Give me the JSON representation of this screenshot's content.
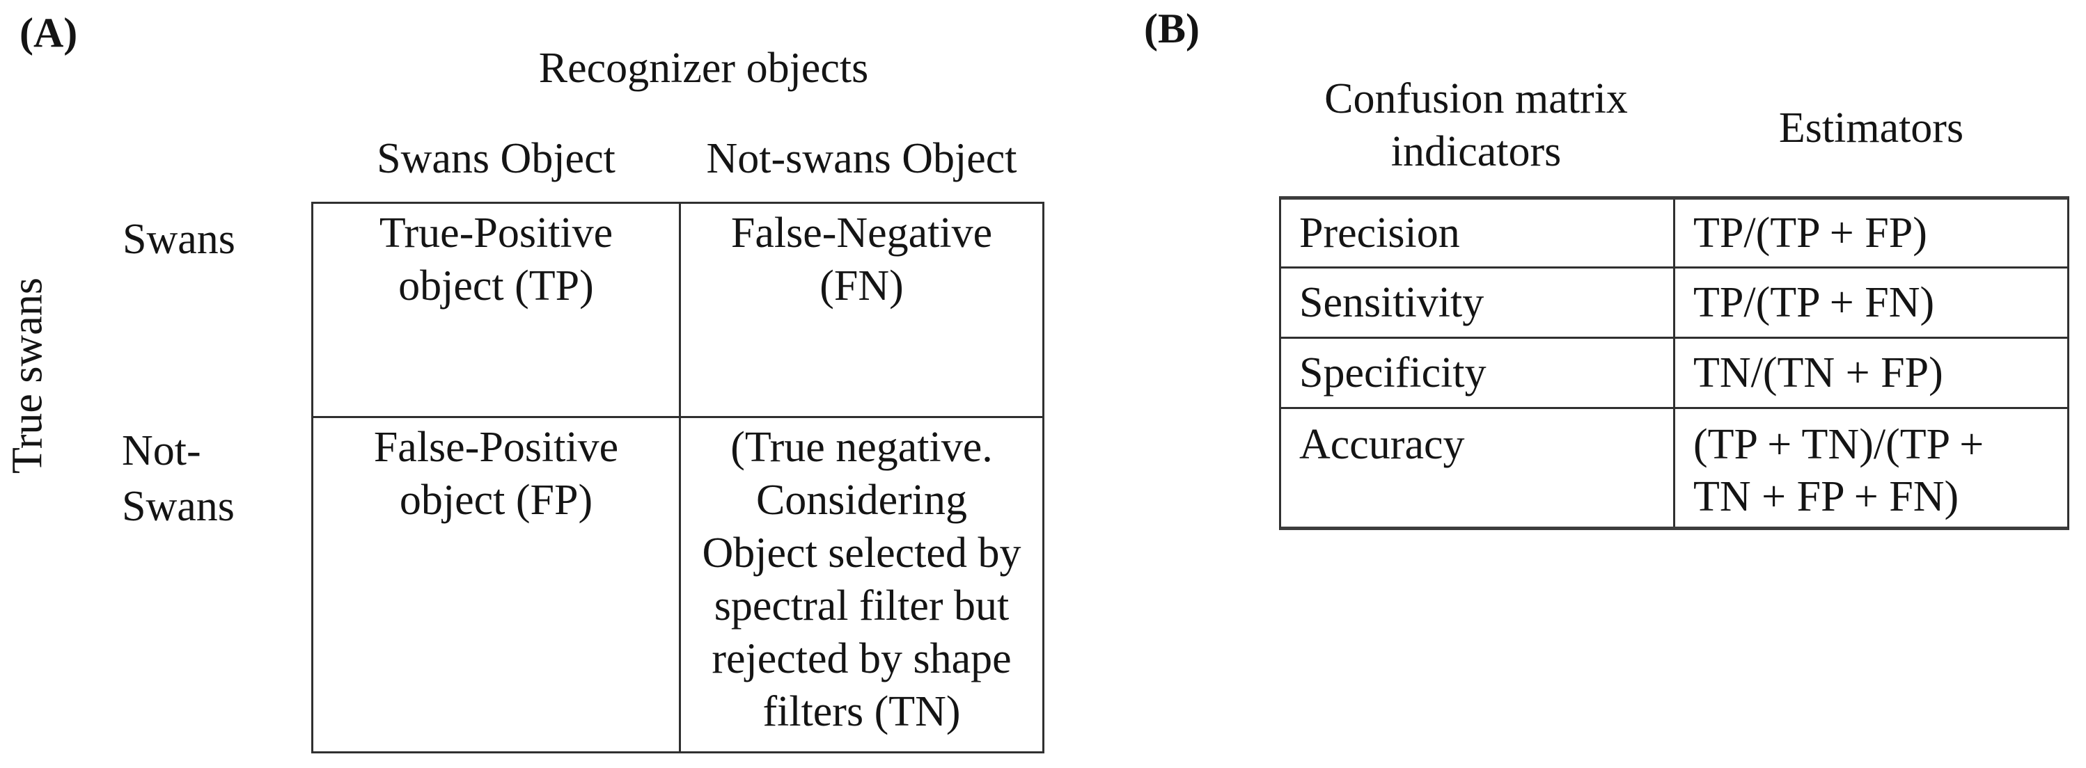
{
  "panel_a": {
    "label": "(A)",
    "top_axis_title": "Recognizer objects",
    "left_axis_title": "True swans",
    "column_headers": [
      "Swans Object",
      "Not-swans Object"
    ],
    "row_labels": [
      "Swans",
      "Not-\nSwans"
    ],
    "cells": {
      "true_positive": "True-Positive\nobject (TP)",
      "false_negative": "False-Negative\n(FN)",
      "false_positive": "False-Positive\nobject (FP)",
      "true_negative": "(True negative.\nConsidering\nObject selected by\nspectral filter but\nrejected by shape\nfilters (TN)"
    }
  },
  "panel_b": {
    "label": "(B)",
    "column_headers": [
      "Confusion matrix\nindicators",
      "Estimators"
    ],
    "rows": [
      {
        "indicator": "Precision",
        "estimator": "TP/(TP + FP)"
      },
      {
        "indicator": "Sensitivity",
        "estimator": "TP/(TP + FN)"
      },
      {
        "indicator": "Specificity",
        "estimator": "TN/(TN + FP)"
      },
      {
        "indicator": "Accuracy",
        "estimator": "(TP + TN)/(TP +\nTN + FP + FN)"
      }
    ]
  },
  "colors": {
    "text": "#141414",
    "border": "#303030",
    "background": "#ffffff"
  }
}
